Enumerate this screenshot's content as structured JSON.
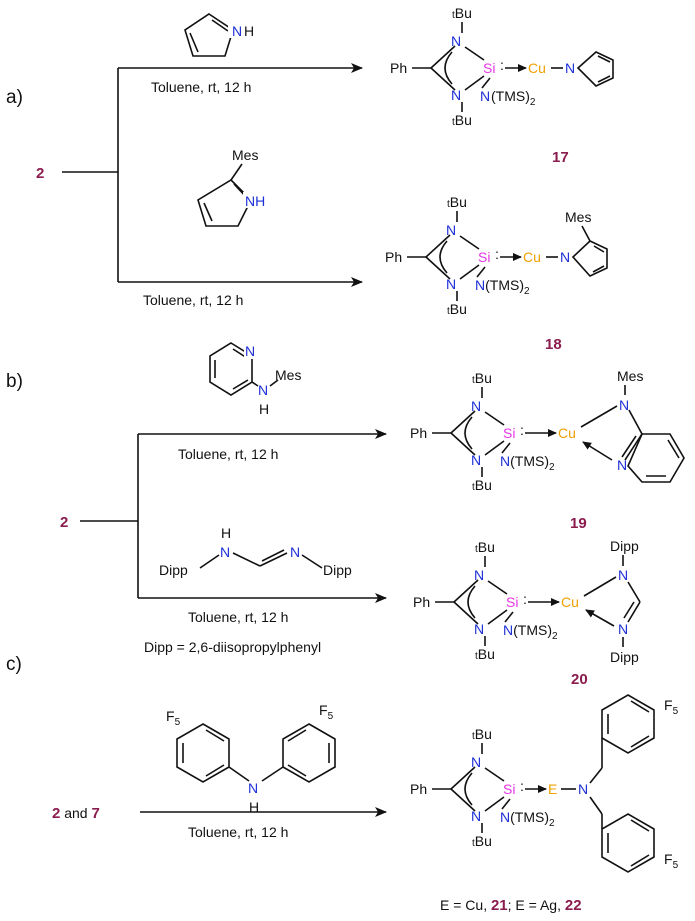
{
  "colors": {
    "nitrogen": "#1c2fd6",
    "silicon": "#e636e6",
    "metal": "#f0a000",
    "compound_label": "#8a1c4e",
    "text": "#111111"
  },
  "section_labels": [
    "a)",
    "b)",
    "c)"
  ],
  "starting_material": {
    "a": "2",
    "b": "2",
    "c_prefix": "2",
    "c_and": " and ",
    "c_suffix": "7"
  },
  "conditions": "Toluene,  rt,  12 h",
  "note_dipp": "Dipp = 2,6-diisopropylphenyl",
  "atoms": {
    "ph": "Ph",
    "n": "N",
    "si": "Si",
    "cu": "Cu",
    "e": "E",
    "ntms": "N(TMS)",
    "ntms_sub": "2",
    "tbu_t": "t",
    "tbu": "Bu",
    "mes": "Mes",
    "dipp": "Dipp",
    "h": "H",
    "nh": "NH",
    "f5": "F",
    "f5_sub": "5"
  },
  "products": [
    "17",
    "18",
    "19",
    "20"
  ],
  "final_line": {
    "prefix": "E = Cu, ",
    "c21": "21",
    "mid": "; E = Ag, ",
    "c22": "22"
  }
}
